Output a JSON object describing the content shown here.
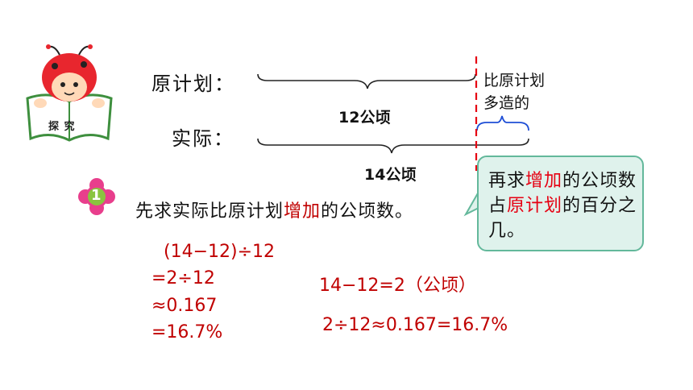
{
  "mascot": {
    "badge_text": "探 究"
  },
  "diagram": {
    "plan_label": "原计划：",
    "actual_label": "实际：",
    "plan_value": "12公顷",
    "actual_value": "14公顷",
    "extra_label_line1": "比原计划",
    "extra_label_line2": "多造的"
  },
  "step1": {
    "number": "1",
    "text_prefix": "先求实际比原计划",
    "text_highlight": "增加",
    "text_suffix": "的公顷数。"
  },
  "callout": {
    "part1": "再求",
    "part2": "增加",
    "part3": "的公顷数占",
    "part4": "原计划",
    "part5": "的百分之几。"
  },
  "method1": {
    "line1": "(14−12)÷12",
    "line2": "=2÷12",
    "line3": "≈0.167",
    "line4": "=16.7%"
  },
  "method2": {
    "line1": "14−12=2（公顷）",
    "line2": "2÷12≈0.167=16.7%"
  },
  "colors": {
    "highlight": "#e60012",
    "callout_bg": "#dff2ec",
    "callout_border": "#63b89b",
    "brace_blue": "#1f4fd6",
    "dashed_line": "#e60012"
  }
}
